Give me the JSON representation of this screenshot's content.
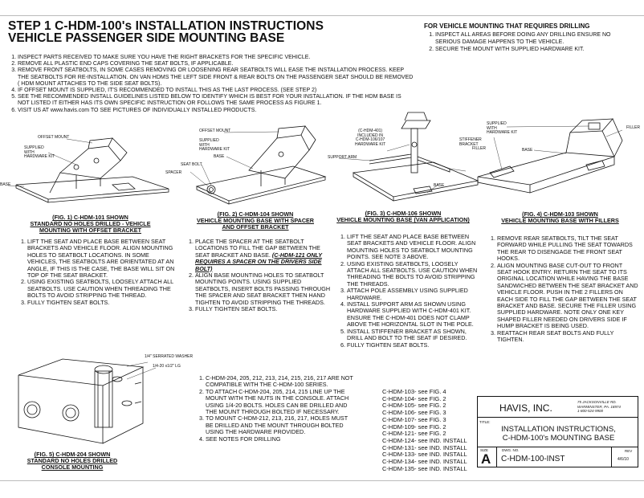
{
  "header": {
    "title_line1": "STEP 1 C-HDM-100's INSTALLATION  INSTRUCTIONS",
    "title_line2": "VEHICLE PASSENGER  SIDE MOUNTING BASE"
  },
  "drilling": {
    "heading": "FOR VEHICLE MOUNTING THAT REQUIRES DRILLING",
    "items": [
      "INSPECT ALL AREAS BEFORE DOING ANY DRILLING ENSURE NO SERIOUS DAMAGE HAPPENS TO THE VEHICLE.",
      "SECURE THE MOUNT WITH SUPPLIED HARDWARE KIT."
    ]
  },
  "steps": [
    "INSPECT PARTS RECEIVED TO MAKE SURE YOU HAVE THE RIGHT BRACKETS FOR THE SPECIFIC VEHICLE.",
    "REMOVE ALL PLASTIC END CAPS COVERING THE SEAT BOLTS, IF APPLICABLE.",
    "REMOVE FRONT SEATBOLTS, IN SOME CASES REMOVING OR LOOSENING REAR SEATBOLTS WILL EASE THE INSTALLATION PROCESS. KEEP THE SEATBOLTS FOR RE-INSTALLATION. ON VAN HDMS THE LEFT SIDE FRONT & REAR BOLTS ON THE PASSENGER SEAT SHOULD BE REMOVED ( HDM MOUNT ATTACHES TO THE SIDE SEAT BOLTS).",
    "IF OFFSET MOUNT IS SUPPLIED, IT'S RECOMMENDED TO INSTALL THIS AS THE LAST PROCESS. (SEE STEP 2)",
    "SEE THE RECOMMENDED INSTALL GUIDELINES LISTED BELOW TO IDENTIFY WHICH IS BEST FOR YOUR INSTALLATION. IF THE HDM BASE IS NOT LISTED IT EITHER HAS ITS OWN SPECIFIC INSTRUCTION OR FOLLOWS THE SAME PROCESS AS FIGURE 1.",
    "VISIT US AT www.havis.com TO SEE PICTURES OF INDIVIDUALLY INSTALLED PRODUCTS."
  ],
  "figures": {
    "fig1": {
      "caption_line1": "(FIG. 1) C-HDM-101 SHOWN",
      "caption_line2": "STANDARD NO HOLES DRILLED - VEHICLE",
      "caption_line3": "MOUNTING WITH OFFSET BRACKET",
      "label_offset": "OFFSET MOUNT",
      "label_supplied": "SUPPLIED\nWITH\nHARDWARE KIT",
      "label_base": "BASE",
      "steps": [
        "LIFT THE SEAT AND PLACE BASE BETWEEN SEAT BRACKETS AND VEHICLE FLOOR. ALIGN MOUNTING HOLES TO SEATBOLT LOCATIONS.  IN SOME VEHICLES,  THE SEATBOLTS ARE ORIENTATED AT AN ANGLE, IF THIS IS THE CASE, THE BASE WILL SIT ON TOP OF THE SEAT BRACKET.",
        "USING EXISTING SEATBOLTS, LOOSELY ATTACH ALL SEATBOLTS. USE CAUTION WHEN THREADING THE BOLTS TO AVOID STRIPPING THE THREAD.",
        "FULLY TIGHTEN SEAT BOLTS."
      ]
    },
    "fig2": {
      "caption_line1": "(FIG. 2) C-HDM-104 SHOWN",
      "caption_line2": "VEHICLE MOUNTING BASE WITH SPACER",
      "caption_line3": "AND OFFSET BRACKET",
      "label_offset": "OFFSET MOUNT",
      "label_supplied": "SUPPLIED\nWITH\nHARDWARE KIT",
      "label_base": "BASE",
      "label_seatbolt": "SEAT BOLT",
      "label_spacer": "SPACER",
      "step1_a": "PLACE THE SPACER AT  THE SEATBOLT LOCATIONS TO FILL THE GAP BETWEEN THE SEAT BRACKET AND BASE. ",
      "step1_b": "(C-HDM-121 ONLY REQUIRES A SPACER ON THE DRIVERS SIDE BOLT)",
      "steps_rest": [
        "ALIGN BASE MOUNTING HOLES TO SEATBOLT MOUNTING POINTS. USING  SUPPLIED SEATBOLTS, INSERT BOLTS PASSING THROUGH THE SPACER AND SEAT BRACKET THEN HAND TIGHTEN TO AVOID STRIPPING THE THREADS.",
        "FULLY TIGHTEN SEAT BOLTS."
      ]
    },
    "fig3": {
      "caption_line1": "(FIG. 3) C-HDM-106 SHOWN",
      "caption_line2": "VEHICLE MOUNTING BASE (VAN APPLICATION)",
      "label_pole": "(C-HDM-401)\nINCLUDED IN\nC-HDM-106/107\nHARDWARE KIT",
      "label_stiffener": "STIFFENER\nBRACKET",
      "label_arm": "SUPPORT ARM",
      "label_base": "BASE",
      "steps": [
        "LIFT THE SEAT AND PLACE BASE BETWEEN SEAT BRACKETS AND VEHICLE FLOOR. ALIGN MOUNTING HOLES TO SEATBOLT MOUNTING POINTS. SEE NOTE 3 ABOVE.",
        "USING EXISTING SEATBOLTS, LOOSELY ATTACH ALL SEATBOLTS. USE CAUTION WHEN THREADING THE BOLTS TO AVOID STRIPPING THE THREADS.",
        "ATTACH POLE ASSEMBLY USING SUPPLIED HARDWARE.",
        "INSTALL SUPPORT ARM AS SHOWN USING HARDWARE SUPPLIED WITH C-HDM-401 KIT. ENSURE THE C-HDM-401 DOES NOT CLAMP ABOVE THE HORIZONTAL SLOT IN THE POLE.",
        "INSTALL STIFFENER BRACKET AS SHOWN, DRILL AND BOLT TO THE SEAT IF DESIRED.",
        "FULLY TIGHTEN SEAT BOLTS."
      ]
    },
    "fig4": {
      "caption_line1": "(FIG. 4) C-HDM-103 SHOWN",
      "caption_line2": "VEHICLE MOUNTING BASE WITH FILLERS",
      "label_supplied": "SUPPLIED\nWITH\nHARDWARE KIT",
      "label_filler": "FILLER",
      "label_filler2": "FILLER",
      "label_base": "BASE",
      "steps": [
        "REMOVE REAR SEATBOLTS, TILT THE SEAT FORWARD WHILE PULLING THE SEAT TOWARDS THE REAR TO DISENGAGE THE FRONT SEAT HOOKS.",
        "ALIGN MOUNTING BASE CUT-OUT TO FRONT SEAT HOOK ENTRY. RETURN THE SEAT TO ITS ORIGINAL LOCATION WHILE HAVING THE BASE SANDWICHED BETWEEN THE SEAT BRACKET AND VEHICLE FLOOR. PUSH IN THE 2 FILLERS ON EACH SIDE TO FILL THE GAP BETWEEN THE SEAT BRACKET AND BASE. SECURE THE FILLER USING SUPPLIED HARDWARE. NOTE ONLY ONE KEY SHAPED FILLER NEEDED ON DRIVERS SIDE IF HUMP BRACKET IS BEING USED.",
        "REATTACH REAR SEAT BOLTS AND FULLY TIGHTEN."
      ]
    },
    "fig5": {
      "caption_line1": "(FIG. 5) C-HDM-204 SHOWN",
      "caption_line2": "STANDARD NO HOLES DRILLED",
      "caption_line3": "CONSOLE MOUNTING",
      "label_washer": "1/4\" SERRATED WASHER",
      "label_bolt": "1/4-20 x1/2\" LG",
      "steps": [
        "C-HDM-204, 205, 212, 213, 214, 215, 216, 217 ARE NOT COMPATIBLE WITH THE C-HDM-100 SERIES.",
        "TO ATTACH C-HDM-204, 205, 214, 215 LINE UP THE MOUNT WITH THE NUTS IN THE CONSOLE. ATTACH USING 1/4-20 BOLTS. HOLES CAN BE DRILLED AND THE MOUNT THROUGH BOLTED IF NECESSARY.",
        "TO MOUNT C-HDM-212, 213, 216, 217, HOLES MUST BE DRILLED AND THE MOUNT THROUGH BOLTED USING THE HARDWARE PROVIDED.",
        "SEE NOTES FOR DRILLING"
      ]
    }
  },
  "model_refs": [
    "C-HDM-103- see FIG. 4",
    "C-HDM-104- see FIG. 2",
    "C-HDM-105- see FIG. 2",
    "C-HDM-106- see FIG. 3",
    "C-HDM-107- see FIG. 3",
    "C-HDM-109- see FIG. 2",
    "C-HDM-121- see FIG. 2",
    "C-HDM-124- see IND. INSTALL",
    "C-HDM-131- see IND. INSTALL",
    "C-HDM-133- see IND. INSTALL",
    "C-HDM-134- see IND. INSTALL",
    "C-HDM-135- see IND. INSTALL"
  ],
  "title_block": {
    "company": "HAVIS, INC.",
    "address": "75 JACKSONVILLE RD.\nWARMINSTER, PA. 18974\n1-800-524-9900",
    "title_label": "TITLE:",
    "title_line1": "INSTALLATION INSTRUCTIONS,",
    "title_line2": "C-HDM-100's MOUNTING BASE",
    "size_label": "SIZE",
    "size_value": "A",
    "dwg_label": "DWG.  NO.",
    "dwg_value": "C-HDM-100-INST",
    "rev_label": "REV",
    "rev_value": "4/6/10"
  }
}
